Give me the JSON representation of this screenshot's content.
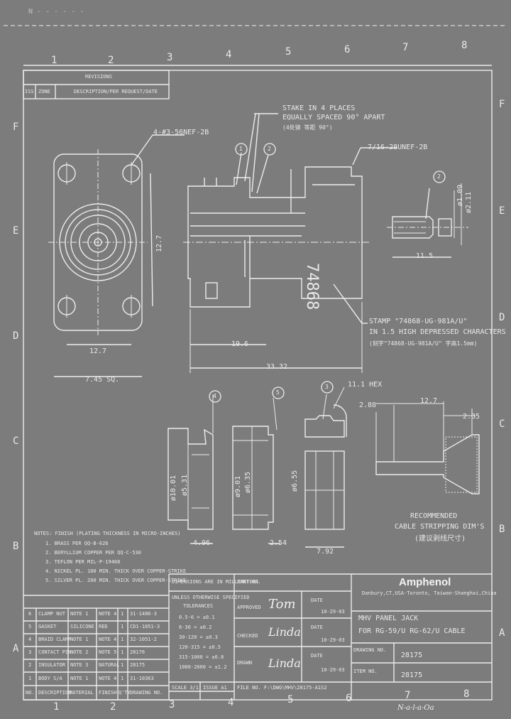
{
  "header_scribble": "N - - - - - -",
  "columns_top": [
    "1",
    "2",
    "3",
    "4",
    "5",
    "6",
    "7",
    "8"
  ],
  "columns_bottom": [
    "1",
    "2",
    "3",
    "4",
    "5",
    "6",
    "7",
    "8"
  ],
  "rows_left": [
    "F",
    "E",
    "D",
    "C",
    "B",
    "A"
  ],
  "rows_right": [
    "F",
    "E",
    "D",
    "C",
    "B",
    "A"
  ],
  "revisions": {
    "title": "REVISIONS",
    "col_iss": "ISS",
    "col_zone": "ZONE",
    "col_desc": "DESCRIPTION/PER REQUEST/DATE"
  },
  "callouts": {
    "thread_mount": "4-#3-56NEF-2B",
    "stake_line1": "STAKE IN 4 PLACES",
    "stake_line2": "EQUALLY SPACED 90° APART",
    "stake_cn": "(4处铆  等距 90°)",
    "thread_main": "7/16-28UNEF-2B",
    "stamp_line1": "STAMP \"74868-UG-981A/U\"",
    "stamp_line2": "IN 1.5 HIGH DEPRESSED CHARACTERS",
    "stamp_cn": "(刻字\"74868-UG-981A/U\"  字高1.5mm)",
    "hex": "11.1 HEX",
    "engraved": "74868"
  },
  "balloons": [
    "1",
    "2",
    "2",
    "4",
    "5",
    "3"
  ],
  "dims": {
    "d_12_7_v": "12.7",
    "d_12_7_h": "12.7",
    "d_7_45": "7.45 SQ.",
    "d_19_6": "19.6",
    "d_33_32": "33.32",
    "d_1_09": "ø1.09",
    "d_2_11": "ø2.11",
    "d_11_5": "11.5",
    "d_10_01": "ø10.01",
    "d_5_31": "ø5.31",
    "d_4_96": "4.96",
    "d_9_01": "ø9.01",
    "d_6_35": "ø6.35",
    "d_2_54": "2.54",
    "d_6_55": "ø6.55",
    "d_7_92": "7.92",
    "d_2_88": "2.88",
    "d_12_7_c": "12.7",
    "d_2_35": "2.35"
  },
  "strip": {
    "line1": "RECOMMENDED",
    "line2": "CABLE STRIPPING DIM'S",
    "cn": "(建议剥线尺寸)"
  },
  "notes": [
    "NOTES: FINISH (PLATING THICKNESS IN MICRO-INCHES)",
    "1. BRASS PER QQ-B-626",
    "2. BERYLLIUM COPPER PER QQ-C-530",
    "3. TEFLON PER MIL-P-19468",
    "4. NICKEL PL. 100 MIN. THICK OVER COPPER-STRIKE",
    "5. SILVER PL. 200 MIN. THICK OVER COPPER-STRIKE"
  ],
  "bom": {
    "header": [
      "NO.",
      "DESCRIPTION",
      "MATERIAL",
      "FINISH",
      "Q'TY",
      "DRAWING NO."
    ],
    "rows": [
      [
        "6",
        "CLAMP NUT",
        "NOTE 1",
        "NOTE 4",
        "1",
        "31-1486-3"
      ],
      [
        "5",
        "GASKET",
        "SILICONE",
        "RED",
        "1",
        "CD1-1051-3"
      ],
      [
        "4",
        "BRAID CLAMP",
        "NOTE 1",
        "NOTE 4",
        "1",
        "32-1051-2"
      ],
      [
        "3",
        "CONTACT PIN",
        "NOTE 2",
        "NOTE 5",
        "1",
        "28176"
      ],
      [
        "2",
        "INSULATOR",
        "NOTE 3",
        "NATURAL",
        "1",
        "28175"
      ],
      [
        "1",
        "BODY S/A",
        "NOTE 1",
        "NOTE 4",
        "1",
        "31-10363"
      ]
    ]
  },
  "title_block": {
    "dims_note": "DIMENSIONS ARE IN MILLIMETERS",
    "tol_head1": "UNLESS OTHERWISE SPECIFIED",
    "tol_head2": "TOLERANCES",
    "tolerances": [
      "0.5-6 = ±0.1",
      "6-30 = ±0.2",
      "30-120 = ±0.3",
      "120-315 = ±0.5",
      "315-1000 = ±0.8",
      "1000-2000 = ±1.2"
    ],
    "scale": "SCALE 3/1",
    "issue": "ISSUE A1",
    "part_no": "PART NO.",
    "approved": "APPROVED",
    "approved_sig": "Tom",
    "checked": "CHECKED",
    "checked_sig": "Linda",
    "drawn": "DRAWN",
    "drawn_sig": "Linda",
    "date_label": "DATE",
    "date1": "10-29-03",
    "date2": "10-29-03",
    "date3": "10-29-03",
    "company": "Amphenol",
    "address": "Danbury,CT,USA-Toronto, Taiwan-Shanghai,China",
    "title1": "MHV PANEL JACK",
    "title2": "FOR RG-59/U RG-62/U CABLE",
    "drawing_no_label": "DRAWING NO.",
    "drawing_no": "28175",
    "item_no_label": "ITEM NO.",
    "item_no": "28175",
    "file_no": "FILE NO. F:\\DWG\\MHV\\28175-A1S2"
  },
  "bottom_scribble": "N-a-l-a-Oa"
}
